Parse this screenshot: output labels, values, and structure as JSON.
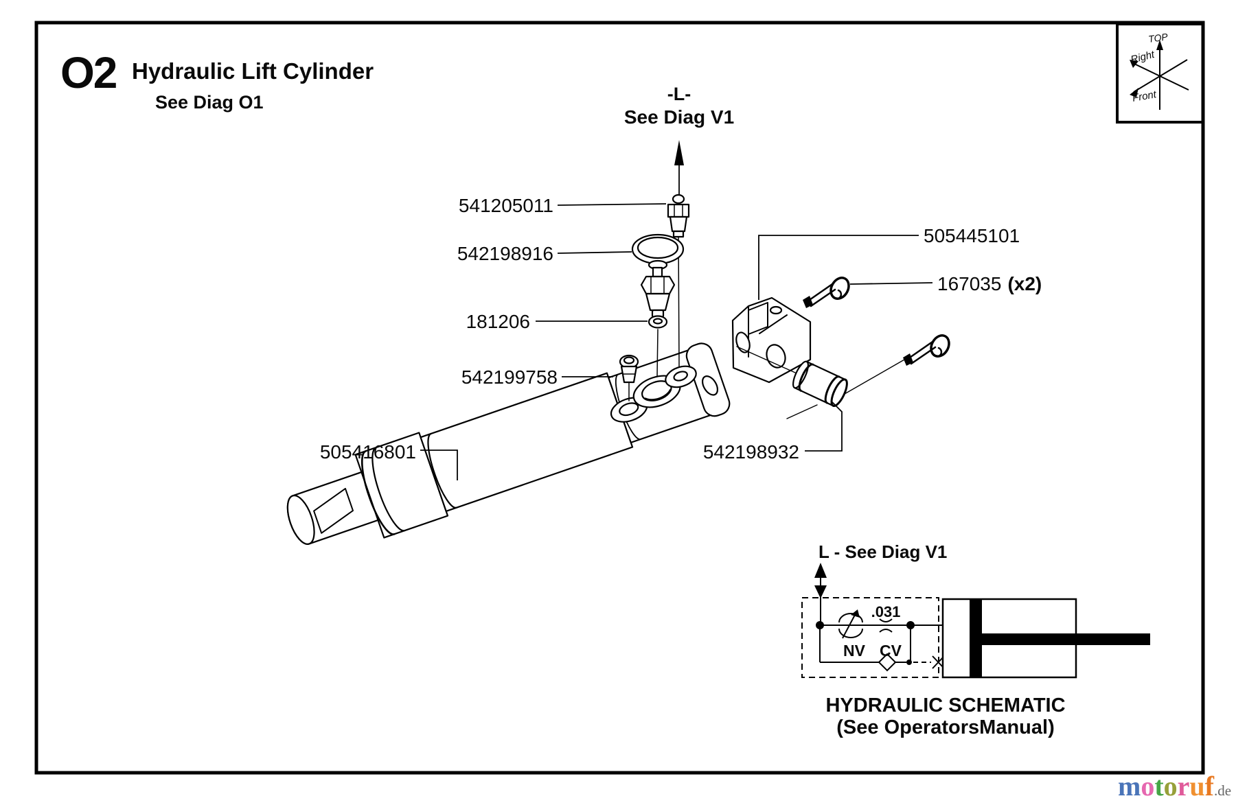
{
  "header": {
    "code": "O2",
    "title": "Hydraulic Lift Cylinder",
    "subtitle": "See Diag O1"
  },
  "orientation_cube": {
    "top": "TOP",
    "right": "Right",
    "front": "Front"
  },
  "port_callout": {
    "line1": "-L-",
    "line2": "See Diag V1"
  },
  "part_labels": {
    "fitting": "541205011",
    "valve": "542198916",
    "washer": "181206",
    "plug": "542199758",
    "cylinder": "505416801",
    "clevis": "505445101",
    "clip": "167035",
    "clip_qty": "(x2)",
    "pin": "542198932"
  },
  "schematic": {
    "title": "L - See Diag V1",
    "orifice": ".031",
    "needle_valve": "NV",
    "check_valve": "CV",
    "caption1": "HYDRAULIC SCHEMATIC",
    "caption2": "(See OperatorsManual)"
  },
  "watermark": {
    "letters": [
      {
        "ch": "m",
        "color": "#4a74b8"
      },
      {
        "ch": "o",
        "color": "#e668b0"
      },
      {
        "ch": "t",
        "color": "#46a546"
      },
      {
        "ch": "o",
        "color": "#97a03a"
      },
      {
        "ch": "r",
        "color": "#e05a9a"
      },
      {
        "ch": "u",
        "color": "#f09030"
      },
      {
        "ch": "f",
        "color": "#e87820"
      }
    ],
    "suffix": ".de",
    "suffix_color": "#666666"
  },
  "colors": {
    "ink": "#000000",
    "paper": "#ffffff"
  }
}
